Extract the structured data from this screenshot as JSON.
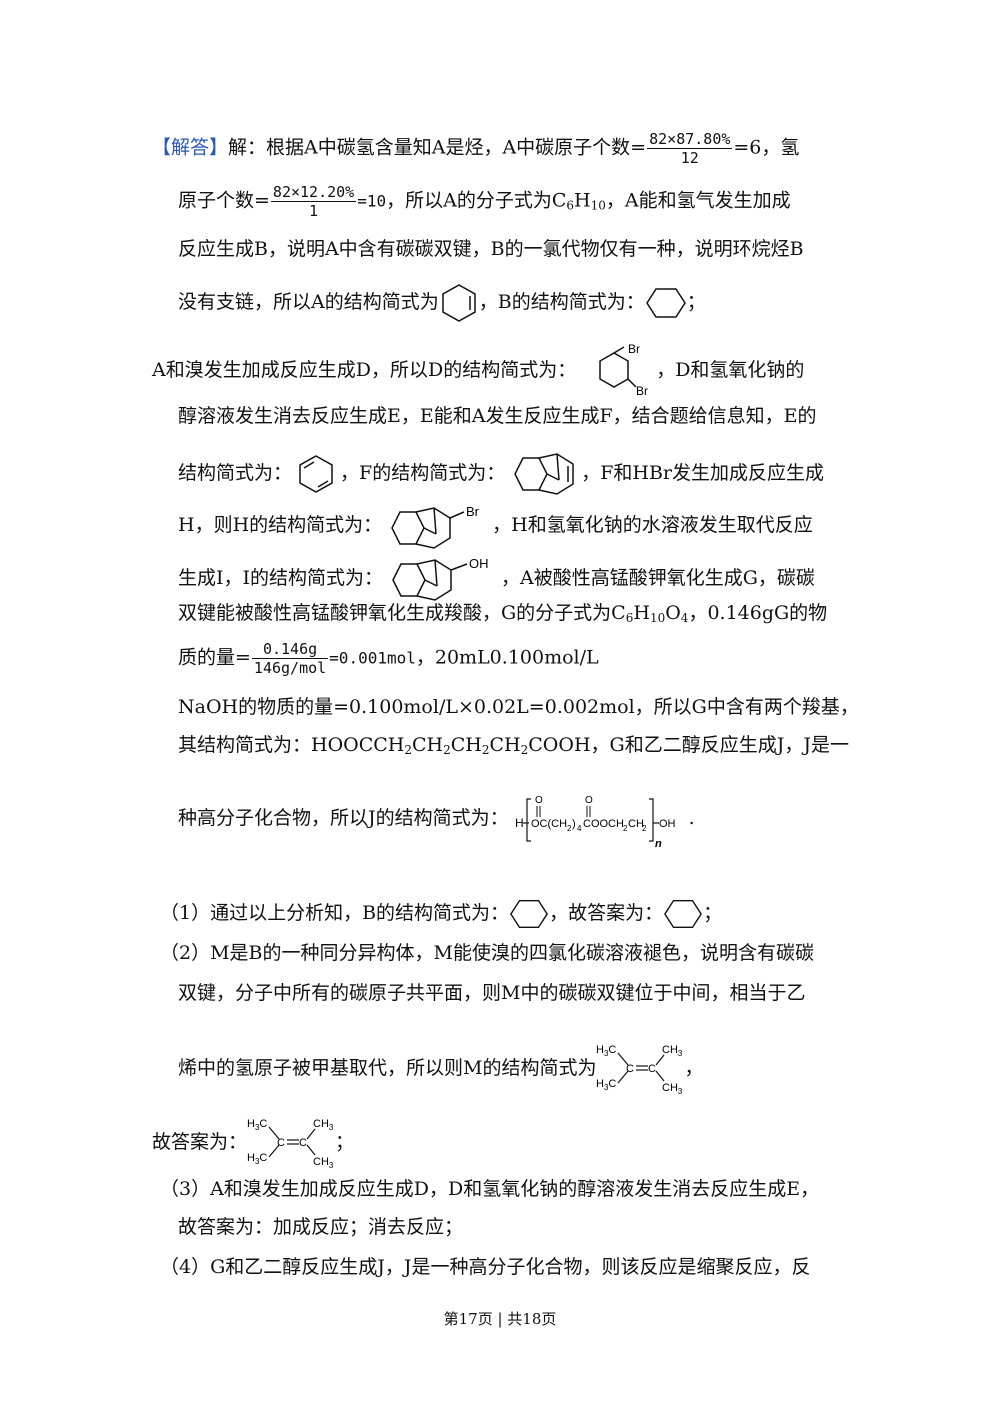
{
  "p1": {
    "tag": "【解答】",
    "a": "解：根据A中碳氢含量知A是烃，A中碳原子个数=",
    "f1_num": "82×87.80%",
    "f1_den": "12",
    "b": "=6，氢"
  },
  "p2": {
    "a": "原子个数=",
    "f2_num": "82×12.20%",
    "f2_den": "1",
    "b": "=10",
    "c": "，所以A的分子式为C",
    "c_sub1": "6",
    "c_h": "H",
    "c_sub2": "10",
    "d": "，A能和氢气发生加成"
  },
  "p3": "反应生成B，说明A中含有碳碳双键，B的一氯代物仅有一种，说明环烷烃B",
  "p4": {
    "a": "没有支链，所以A的结构简式为",
    "b": "，B的结构简式为：",
    "c": "；"
  },
  "p5": {
    "a": "A和溴发生加成反应生成D，所以D的结构简式为：",
    "br": "Br",
    "b": "，D和氢氧化钠的"
  },
  "p6": "醇溶液发生消去反应生成E，E能和A发生反应生成F，结合题给信息知，E的",
  "p7": {
    "a": "结构简式为：",
    "b": "，F的结构简式为：",
    "c": "，F和HBr发生加成反应生成"
  },
  "p8": {
    "a": "H，则H的结构简式为：",
    "br": "Br",
    "b": "，H和氢氧化钠的水溶液发生取代反应"
  },
  "p9": {
    "a": "生成I，I的结构简式为：",
    "oh": "OH",
    "b": "，A被酸性高锰酸钾氧化生成G，碳碳"
  },
  "p10": {
    "a": "双键能被酸性高锰酸钾氧化生成羧酸，G的分子式为C",
    "s1": "6",
    "h": "H",
    "s2": "10",
    "o": "O",
    "s3": "4",
    "b": "，0.146gG的物"
  },
  "p11": {
    "a": "质的量=",
    "f_num": "0.146g",
    "f_den": "146g/mol",
    "b": "=0.001mol",
    "c": "，20mL0.100mol/L"
  },
  "p12": "NaOH的物质的量=0.100mol/L×0.02L=0.002mol，所以G中含有两个羧基，",
  "p13": {
    "a": "其结构简式为：HOOCCH",
    "s": "2",
    "ch": "CH",
    "cooh": "COOH",
    "b": "，G和乙二醇反应生成J，J是一"
  },
  "p14": {
    "a": "种高分子化合物，所以J的结构简式为：",
    "poly_o": "O",
    "poly_h": "H",
    "poly_left": "OC(CH",
    "poly_s2": "2",
    "poly_s4": "4",
    "poly_mid": "COOCH",
    "poly_ch": "CH",
    "poly_oh": "OH",
    "poly_n": "n",
    "b": "."
  },
  "q1": {
    "a": "（1）通过以上分析知，B的结构简式为：",
    "b": "，故答案为：",
    "c": "；"
  },
  "q2a": "（2）M是B的一种同分异构体，M能使溴的四氯化碳溶液褪色，说明含有碳碳",
  "q2b": "双键，分子中所有的碳原子共平面，则M中的碳碳双键位于中间，相当于乙",
  "q2c": {
    "a": "烯中的氢原子被甲基取代，所以则M的结构简式为",
    "b": "，"
  },
  "q2d": {
    "a": "故答案为：",
    "b": "；"
  },
  "alkene": {
    "h3c": "H",
    "c": "C",
    "ch3": "CH",
    "s3": "3"
  },
  "q3a": "（3）A和溴发生加成反应生成D，D和氢氧化钠的醇溶液发生消去反应生成E，",
  "q3b": "故答案为：加成反应；消去反应；",
  "q4a": "（4）G和乙二醇反应生成J，J是一种高分子化合物，则该反应是缩聚反应，反",
  "footer": "第17页 | 共18页"
}
